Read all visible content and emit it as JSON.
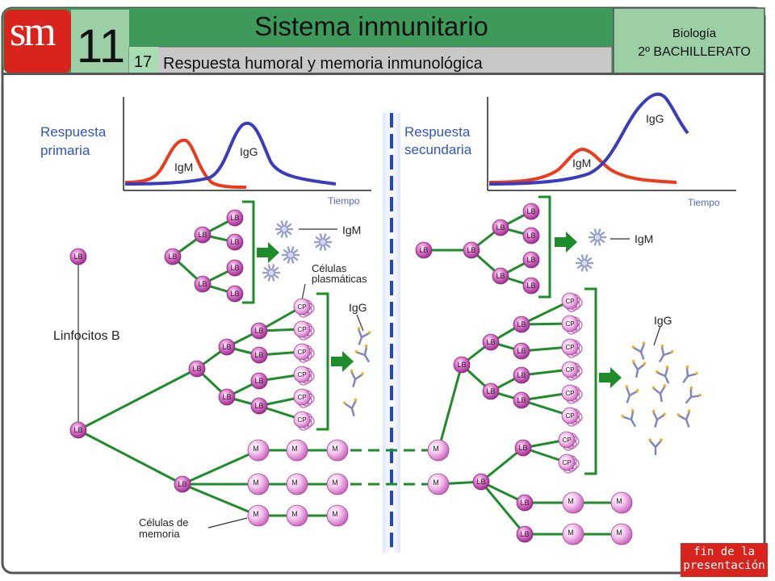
{
  "header": {
    "logo": "sm",
    "chapter_number": "11",
    "title": "Sistema inmunitario",
    "section_number": "17",
    "section_title": "Respuesta humoral y memoria inmunológica",
    "subject": "Biología",
    "level": "2º BACHILLERATO"
  },
  "primary": {
    "title_line1": "Respuesta",
    "title_line2": "primaria",
    "graph_igm": "IgM",
    "graph_igg": "IgG",
    "time_label": "Tiempo",
    "igm_label": "IgM",
    "igg_label": "IgG",
    "plasma_line1": "Células",
    "plasma_line2": "plasmáticas",
    "linfocitos": "Linfocitos B",
    "memory_line1": "Células de",
    "memory_line2": "memoria"
  },
  "secondary": {
    "title_line1": "Respuesta",
    "title_line2": "secundaria",
    "graph_igm": "IgM",
    "graph_igg": "IgG",
    "time_label": "Tiempo",
    "igm_label": "IgM",
    "igg_label": "IgG"
  },
  "cell_labels": {
    "lb": "LB",
    "cp": "CP",
    "m": "M"
  },
  "footer": {
    "line1": "fin de la",
    "line2": "presentación"
  },
  "colors": {
    "header_green": "#3d9a5a",
    "header_light_green": "#9ccfa6",
    "logo_red": "#d8241c",
    "arrow_green": "#1e8c2a",
    "igm_curve": "#ee3a1c",
    "igg_curve": "#3a3cc0",
    "cell_pink": "#c850b6",
    "divider_blue": "#2244dd"
  }
}
